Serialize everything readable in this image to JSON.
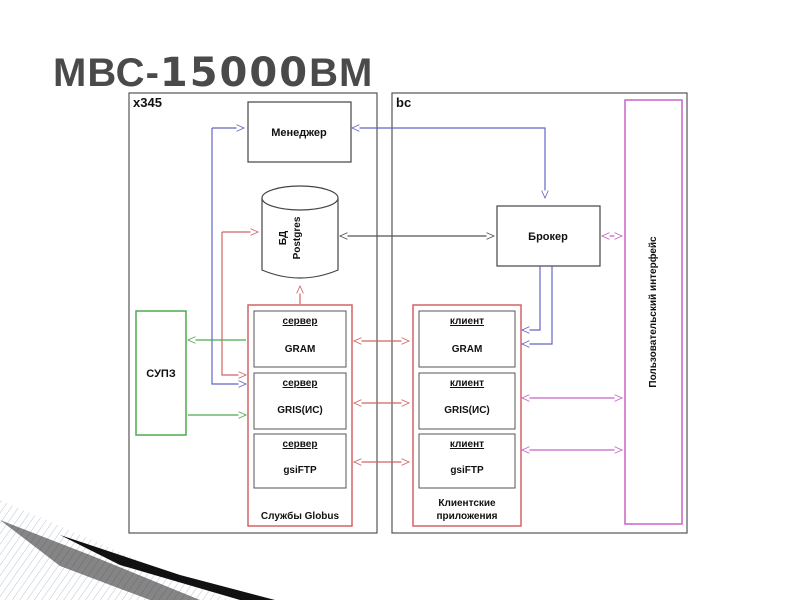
{
  "title": {
    "prefix": "МВС-",
    "number": "15000",
    "suffix": "ВМ"
  },
  "panels": {
    "left": "x345",
    "right": "bc"
  },
  "nodes": {
    "manager": "Менеджер",
    "db_line1": "БД",
    "db_line2": "Postgres",
    "broker": "Брокер",
    "supz": "СУПЗ",
    "user_interface": "Пользовательский интерфейс"
  },
  "server_group": {
    "label": "Службы Globus",
    "items": [
      {
        "role": "сервер",
        "name": "GRAM"
      },
      {
        "role": "сервер",
        "name": "GRIS(ИС)"
      },
      {
        "role": "сервер",
        "name": "gsiFTP"
      }
    ]
  },
  "client_group": {
    "label_line1": "Клиентские",
    "label_line2": "приложения",
    "items": [
      {
        "role": "клиент",
        "name": "GRAM"
      },
      {
        "role": "клиент",
        "name": "GRIS(ИС)"
      },
      {
        "role": "клиент",
        "name": "gsiFTP"
      }
    ]
  },
  "colors": {
    "blue": "#6464c8",
    "red": "#d46464",
    "green": "#4caa4c",
    "purple": "#c864c8",
    "frame": "#555555",
    "title": "#4a4a4a"
  }
}
